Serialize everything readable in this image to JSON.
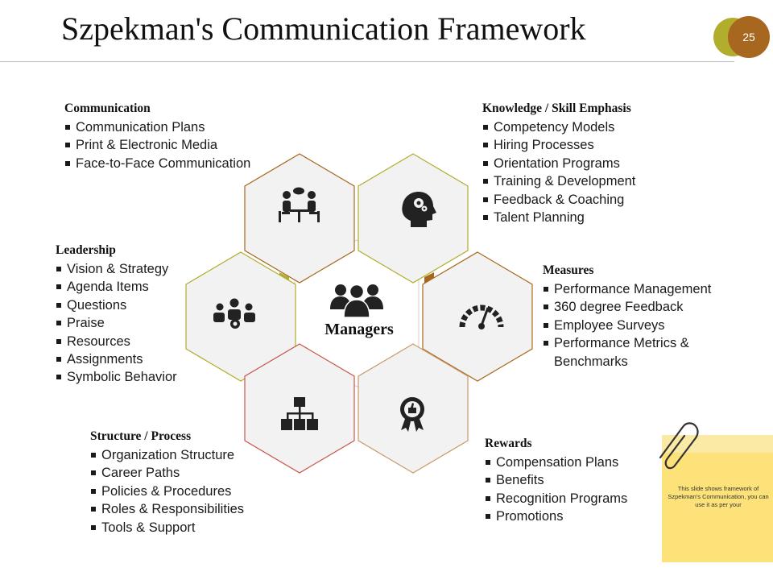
{
  "slide": {
    "title": "Szpekman's Communication Framework",
    "page_number": "25"
  },
  "center": {
    "label": "Managers",
    "icon": "people-group-icon"
  },
  "sections": {
    "communication": {
      "heading": "Communication",
      "icon": "meeting-icon",
      "items": [
        "Communication Plans",
        "Print & Electronic Media",
        "Face-to-Face Communication"
      ]
    },
    "knowledge": {
      "heading": "Knowledge / Skill Emphasis",
      "icon": "head-gears-icon",
      "items": [
        "Competency Models",
        "Hiring Processes",
        "Orientation Programs",
        "Training & Development",
        "Feedback & Coaching",
        "Talent Planning"
      ]
    },
    "leadership": {
      "heading": "Leadership",
      "icon": "team-settings-icon",
      "items": [
        "Vision & Strategy",
        "Agenda Items",
        "Questions",
        "Praise",
        "Resources",
        "Assignments",
        "Symbolic Behavior"
      ]
    },
    "measures": {
      "heading": "Measures",
      "icon": "gauge-icon",
      "items": [
        "Performance Management",
        "360 degree Feedback",
        "Employee Surveys",
        "Performance Metrics & Benchmarks"
      ]
    },
    "structure": {
      "heading": "Structure / Process",
      "icon": "org-chart-icon",
      "items": [
        "Organization Structure",
        "Career Paths",
        "Policies & Procedures",
        "Roles & Responsibilities",
        "Tools & Support"
      ]
    },
    "rewards": {
      "heading": "Rewards",
      "icon": "award-badge-icon",
      "items": [
        "Compensation Plans",
        "Benefits",
        "Recognition Programs",
        "Promotions"
      ]
    }
  },
  "note": {
    "text": "This slide shows framework of Szpekman’s Communication, you can use it as per your"
  },
  "colors": {
    "brown": "#a8671f",
    "olive": "#b1ad2d",
    "red": "#c8574a",
    "tan": "#c99a66",
    "hex_fill": "#f2f2f2"
  }
}
